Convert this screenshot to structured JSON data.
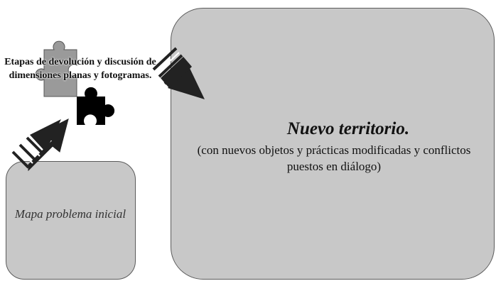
{
  "diagram": {
    "main_box": {
      "title": "Nuevo territorio.",
      "subtitle": "(con nuevos objetos y prácticas modificadas y conflictos puestos en diálogo)"
    },
    "initial_box": {
      "label": "Mapa problema inicial"
    },
    "stage_caption": "Etapas de devolución y discusión de dimensiones planas y fotogramas.",
    "icons": [
      "puzzle-piece-gray-icon",
      "puzzle-piece-black-icon",
      "arrow-up-right-icon",
      "arrow-down-right-icon"
    ],
    "colors": {
      "box_fill": "#c8c8c8",
      "box_border": "#5a5a5a",
      "arrow_fill": "#222222",
      "puzzle_gray": "#9a9a9a",
      "puzzle_black": "#000000"
    }
  }
}
